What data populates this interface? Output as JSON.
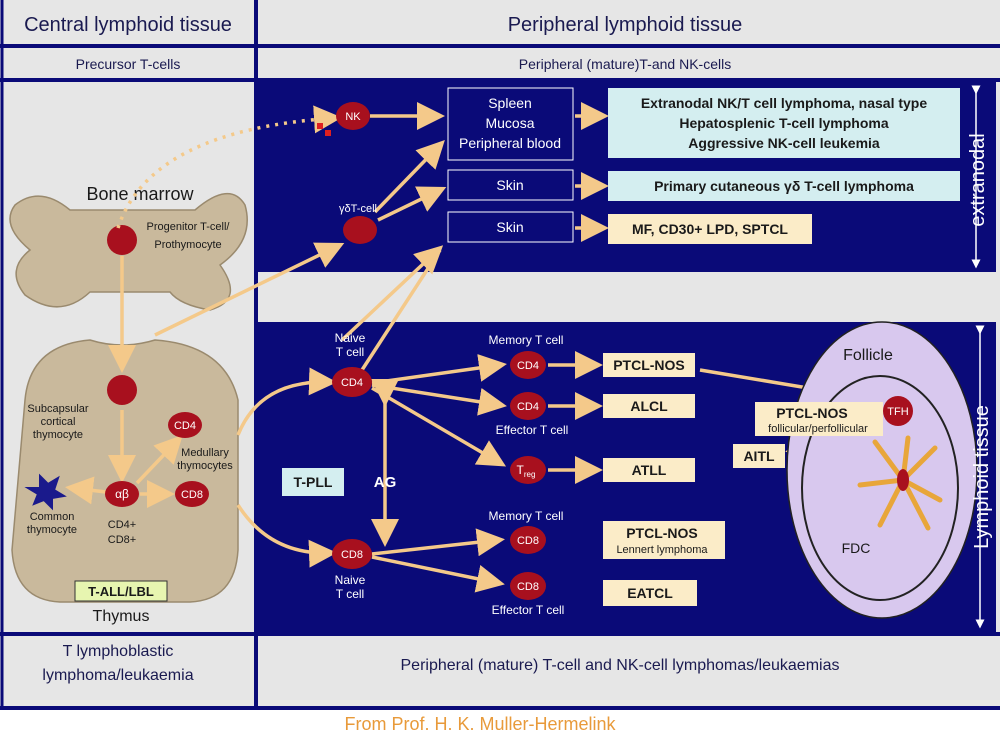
{
  "colors": {
    "navy": "#0a0a78",
    "grey_bg": "#e6e6e6",
    "cell_red": "#a8101e",
    "arrow": "#f4c98a",
    "tan_box": "#fbecc8",
    "cyan_box": "#d4eef0",
    "footer_text": "#e89a3a",
    "bone": "#c9b99c",
    "follicle": "#d8c8ee"
  },
  "header": {
    "central": "Central lymphoid tissue",
    "peripheral": "Peripheral lymphoid tissue",
    "precursor": "Precursor T-cells",
    "peripheral_sub": "Peripheral (mature)T-and NK-cells"
  },
  "left": {
    "bone_marrow": "Bone  marrow",
    "progenitor_line1": "Progenitor T-cell/",
    "progenitor_line2": "Prothymocyte",
    "subcapsular_line1": "Subcapsular",
    "subcapsular_line2": "cortical",
    "subcapsular_line3": "thymocyte",
    "cd4": "CD4",
    "cd8": "CD8",
    "ab": "αβ",
    "medullary_line1": "Medullary",
    "medullary_line2": "thymocytes",
    "common_line1": "Common",
    "common_line2": "thymocyte",
    "cd4plus": "CD4+",
    "cd8plus": "CD8+",
    "tall": "T-ALL/LBL",
    "thymus": "Thymus"
  },
  "top_panel": {
    "nk": "NK",
    "gd_cell": "γδT-cell",
    "spleen_line1": "Spleen",
    "spleen_line2": "Mucosa",
    "spleen_line3": "Peripheral blood",
    "skin1": "Skin",
    "skin2": "Skin",
    "lym1_line1": "Extranodal NK/T cell lymphoma, nasal type",
    "lym1_line2": "Hepatosplenic T-cell lymphoma",
    "lym1_line3": "Aggressive NK-cell leukemia",
    "lym2": "Primary cutaneous γδ T-cell lymphoma",
    "lym3": "MF, CD30+ LPD, SPTCL",
    "side": "extranodal"
  },
  "bottom_panel": {
    "naive_line1": "Naive",
    "naive_line2": "T cell",
    "cd4": "CD4",
    "cd8": "CD8",
    "naive8_line1": "Naive",
    "naive8_line2": "T cell",
    "memory4": "Memory T cell",
    "effector4": "Effector T cell",
    "memory8": "Memory T cell",
    "effector8": "Effector T cell",
    "treg": "T",
    "treg_sub": "reg",
    "ag": "AG",
    "tpll": "T-PLL",
    "ptcl_nos": "PTCL-NOS",
    "alcl": "ALCL",
    "atll": "ATLL",
    "ptcl_nos2": "PTCL-NOS",
    "lennert": "Lennert lymphoma",
    "eatcl": "EATCL",
    "follicle": "Follicle",
    "tfh": "TFH",
    "ptcl_follic": "PTCL-NOS",
    "follic_sub": "follicular/perfollicular",
    "aitl": "AITL",
    "fdc": "FDC",
    "side": "Lymphoid tissue"
  },
  "footer": {
    "left_line1": "T lymphoblastic",
    "left_line2": "lymphoma/leukaemia",
    "right": "Peripheral (mature) T-cell and NK-cell lymphomas/leukaemias",
    "credit": "From Prof. H. K. Muller-Hermelink"
  }
}
